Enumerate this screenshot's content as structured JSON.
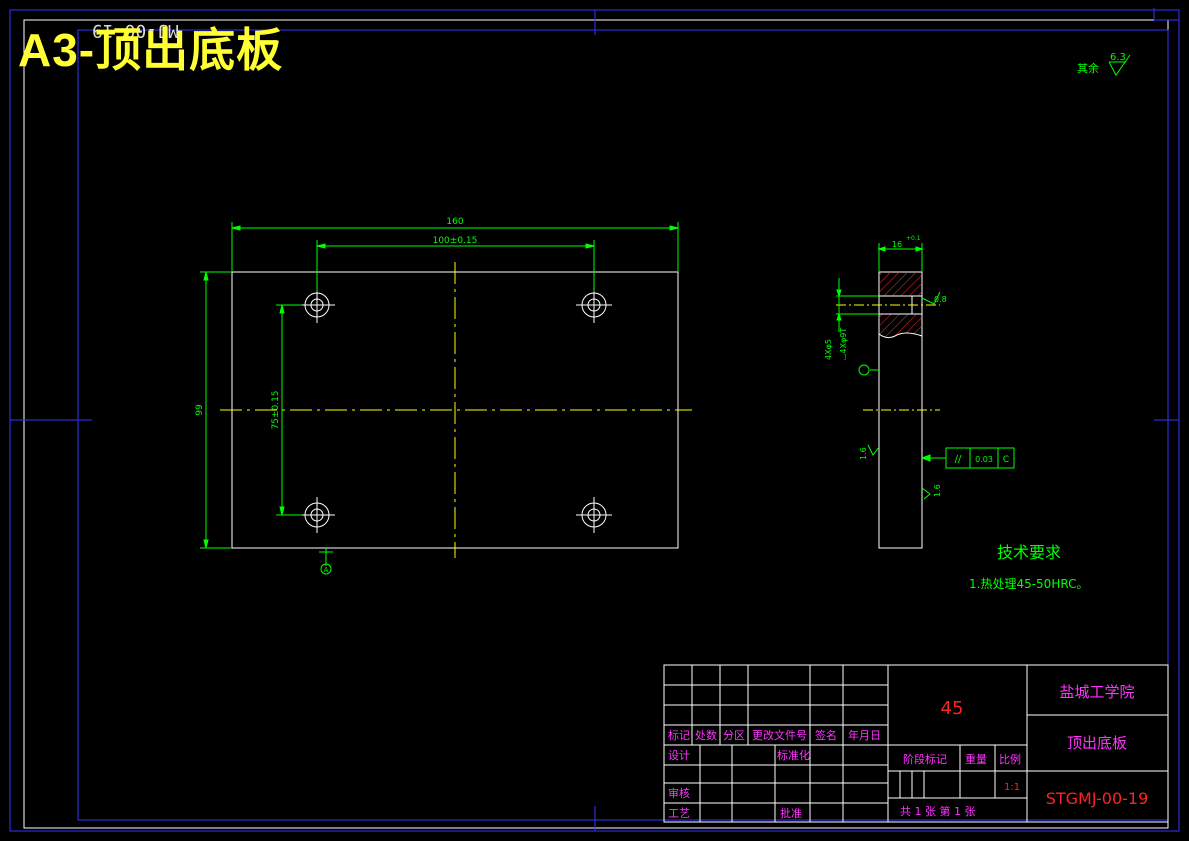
{
  "title": "A3-顶出底板",
  "ghost_text": "MJ-00-19",
  "roughness_note": {
    "label": "其余",
    "value": "6.3"
  },
  "front_view": {
    "dim_width": "160",
    "dim_hole_spacing_x": "100±0.15",
    "dim_height": "99",
    "dim_hole_spacing_y": "75±0.15",
    "datum_label": "A"
  },
  "side_view": {
    "dim_thickness": "16",
    "dim_thickness_tol": "+0.1",
    "hole_note_1": "4Xφ5",
    "hole_note_2": "⌴4Xφ9T",
    "roughness_top": "0.8",
    "roughness_side": "1.6",
    "roughness_bottom": "1.6",
    "tolerance_symbol": "//",
    "tolerance_value": "0.03",
    "tolerance_datum": "C"
  },
  "tech_requirements": {
    "heading": "技术要求",
    "item_1": "1.热处理45-50HRC。"
  },
  "title_block": {
    "material": "45",
    "school": "盐城工学院",
    "part_name": "顶出底板",
    "drawing_no": "STGMJ-00-19",
    "scale": "1:1",
    "sheets": "共 1 张 第 1 张",
    "labels": {
      "mark": "标记",
      "count": "处数",
      "zone": "分区",
      "change_doc": "更改文件号",
      "signature": "签名",
      "date": "年月日",
      "design": "设计",
      "standardize": "标准化",
      "stage_mark": "阶段标记",
      "weight": "重量",
      "scale_label": "比例",
      "review": "审核",
      "process": "工艺",
      "approve": "批准"
    }
  },
  "colors": {
    "background": "#000000",
    "border": "#ffffff",
    "frame_blue": "#0000ff",
    "outline": "#ffffff",
    "dimension": "#00ff00",
    "centerline": "#ffff00",
    "hatch": "#ff3333",
    "title_text": "#ffff33",
    "block_red": "#ff2222",
    "block_magenta": "#ff33ff"
  }
}
